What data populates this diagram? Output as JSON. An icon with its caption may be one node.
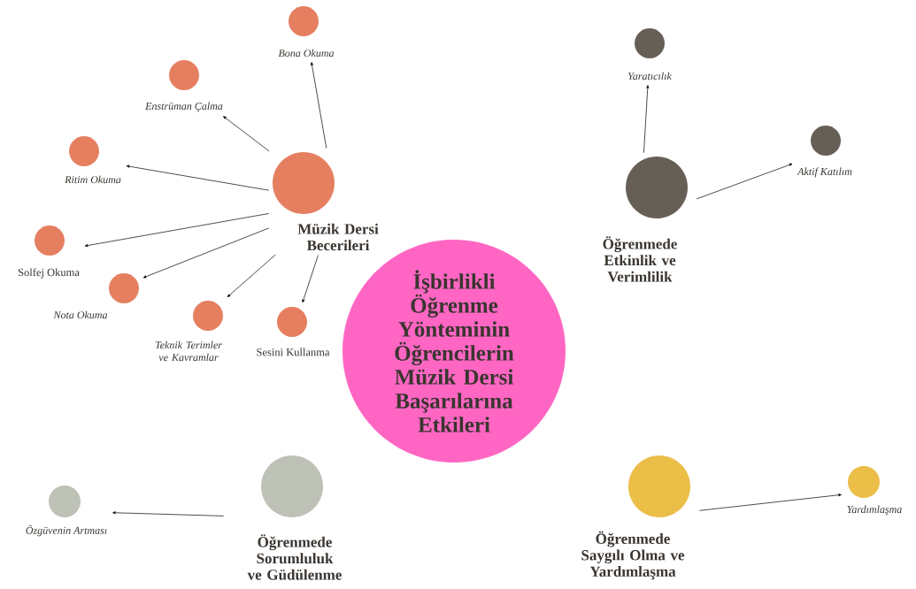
{
  "diagram": {
    "nodes": [
      {
        "text": [
          "İşbirlikli Öğrenme Yönteminin Öğrencilerin Müzik Dersi Başarılarına Etkileri"
        ]
      },
      {
        "text": [
          "Müzik Dersi Becerileri"
        ]
      },
      {
        "text": [
          "Bona Okuma"
        ]
      },
      {
        "text": [
          "Enstrüman Çalma"
        ]
      },
      {
        "text": [
          "Ritim Okuma"
        ]
      },
      {
        "text": [
          "Solfej Okuma"
        ]
      },
      {
        "text": [
          "Nota Okuma"
        ]
      },
      {
        "text": [
          "Teknik Terimler ve Kavramlar"
        ]
      },
      {
        "text": [
          "Sesini Kullanma"
        ]
      },
      {
        "text": [
          "Öğrenmede Etkinlik ve Verimlilik"
        ]
      },
      {
        "text": [
          "Yaratıcılık"
        ]
      },
      {
        "text": [
          "Aktif Katılım"
        ]
      },
      {
        "text": [
          "Öğrenmede Sorumluluk ve Güdülenme"
        ]
      },
      {
        "text": [
          "Özgüvenin Artması"
        ]
      },
      {
        "text": [
          "Öğrenmede Saygılı Olma ve Yardımlaşma"
        ]
      },
      {
        "text": [
          "Yardımlaşma"
        ]
      }
    ],
    "edges": [
      {
        "from": 1,
        "to": 2,
        "arrow": "to"
      },
      {
        "from": 1,
        "to": 3,
        "arrow": "to"
      },
      {
        "from": 1,
        "to": 4,
        "arrow": "to"
      },
      {
        "from": 1,
        "to": 5,
        "arrow": "to"
      },
      {
        "from": 1,
        "to": 6,
        "arrow": "to"
      },
      {
        "from": 1,
        "to": 7,
        "arrow": "to"
      },
      {
        "from": 1,
        "to": 8,
        "arrow": "to"
      },
      {
        "from": 9,
        "to": 10,
        "arrow": "to"
      },
      {
        "from": 9,
        "to": 11,
        "arrow": "to"
      },
      {
        "from": 12,
        "to": 13,
        "arrow": "to"
      },
      {
        "from": 14,
        "to": 15,
        "arrow": "to"
      }
    ]
  }
}
